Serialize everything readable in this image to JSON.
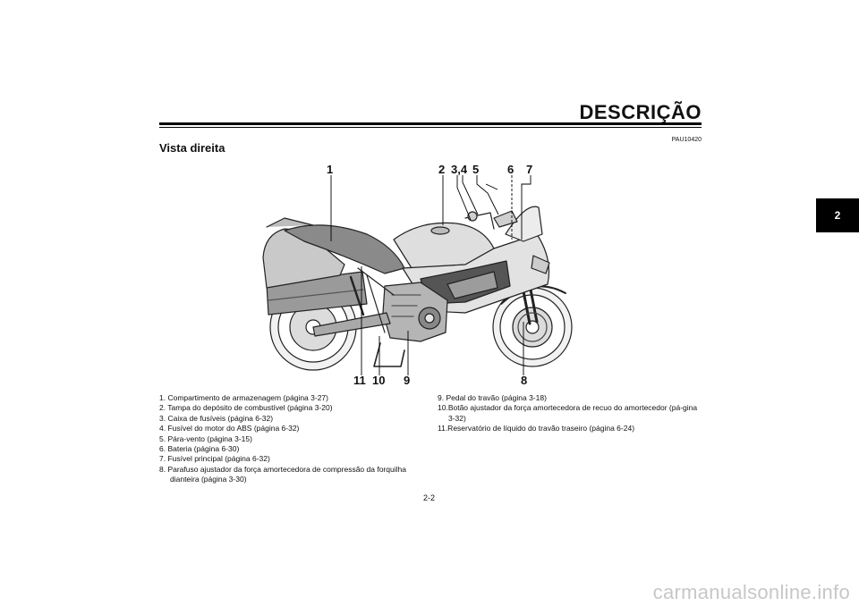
{
  "header": {
    "title": "DESCRIÇÃO",
    "section_tab": "2",
    "code": "PAU10420"
  },
  "subtitle": "Vista direita",
  "callouts": {
    "c1": "1",
    "c2": "2",
    "c34": "3,4",
    "c5": "5",
    "c6": "6",
    "c7": "7",
    "c11": "11",
    "c10": "10",
    "c9": "9",
    "c8": "8"
  },
  "items_left": [
    "1. Compartimento de armazenagem (página 3-27)",
    "2. Tampa do depósito de combustível (página 3-20)",
    "3. Caixa de fusíveis (página 6-32)",
    "4. Fusível do motor do ABS (página 6-32)",
    "5. Pára-vento (página 3-15)",
    "6. Bateria (página 6-30)",
    "7. Fusível principal (página 6-32)",
    "8. Parafuso ajustador da força amortecedora de compressão da forquilha dianteira (página 3-30)"
  ],
  "items_right": [
    "9. Pedal do travão (página 3-18)",
    "10.Botão ajustador da força amortecedora de recuo do amortecedor (pá-gina 3-32)",
    "11.Reservatório de líquido do travão traseiro (página 6-24)"
  ],
  "page_number": "2-2",
  "watermark": "carmanualsonline.info"
}
